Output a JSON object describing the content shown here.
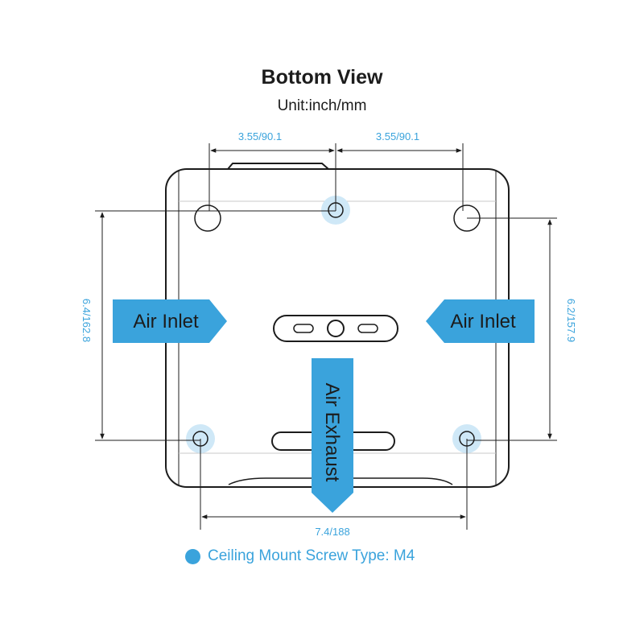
{
  "title": "Bottom View",
  "subtitle": "Unit:inch/mm",
  "dimensions": {
    "top_left": "3.55/90.1",
    "top_right": "3.55/90.1",
    "left_height": "6.4/162.8",
    "right_height": "6.2/157.9",
    "bottom_width": "7.4/188"
  },
  "labels": {
    "air_inlet_left": "Air Inlet",
    "air_inlet_right": "Air Inlet",
    "air_exhaust": "Air Exhaust"
  },
  "legend": {
    "text": "Ceiling Mount Screw Type: M4"
  },
  "colors": {
    "accent": "#3aa3dc",
    "accent_light": "#cfe8f7",
    "outline": "#1c1c1c"
  }
}
